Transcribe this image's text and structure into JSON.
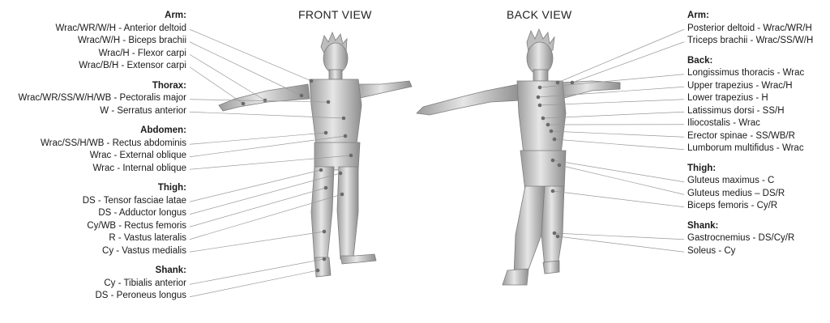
{
  "titles": {
    "front": "FRONT VIEW",
    "back": "BACK VIEW"
  },
  "front_groups": [
    {
      "title": "Arm:",
      "items": [
        "Wrac/WR/W/H - Anterior deltoid",
        "Wrac/W/H - Biceps brachii",
        "Wrac/H - Flexor carpi",
        "Wrac/B/H - Extensor carpi"
      ]
    },
    {
      "title": "Thorax:",
      "items": [
        "Wrac/WR/SS/W/H/WB - Pectoralis major",
        "W - Serratus anterior"
      ]
    },
    {
      "title": "Abdomen:",
      "items": [
        "Wrac/SS/H/WB - Rectus abdominis",
        "Wrac - External oblique",
        "Wrac - Internal oblique"
      ]
    },
    {
      "title": "Thigh:",
      "items": [
        "DS - Tensor fasciae latae",
        "DS - Adductor longus",
        "Cy/WB - Rectus femoris",
        "R - Vastus lateralis",
        "Cy - Vastus medialis"
      ]
    },
    {
      "title": "Shank:",
      "items": [
        "Cy - Tibialis anterior",
        "DS - Peroneus longus"
      ]
    }
  ],
  "back_groups": [
    {
      "title": "Arm:",
      "items": [
        "Posterior deltoid - Wrac/WR/H",
        "Triceps brachii - Wrac/SS/W/H"
      ]
    },
    {
      "title": "Back:",
      "items": [
        "Longissimus thoracis - Wrac",
        "Upper trapezius - Wrac/H",
        "Lower trapezius - H",
        "Latissimus dorsi - SS/H",
        "Iliocostalis - Wrac",
        "Erector spinae - SS/WB/R",
        "Lumborum multifidus - Wrac"
      ]
    },
    {
      "title": "Thigh:",
      "items": [
        "Gluteus maximus - C",
        "Gluteus medius – DS/R",
        "Biceps femoris - Cy/R"
      ]
    },
    {
      "title": "Shank:",
      "items": [
        "Gastrocnemius - DS/Cy/R",
        "Soleus - Cy"
      ]
    }
  ],
  "colors": {
    "text": "#1a1a1a",
    "leader": "#9a9a9a",
    "dot": "#6a6a6a",
    "body": "#cfcfcf"
  }
}
